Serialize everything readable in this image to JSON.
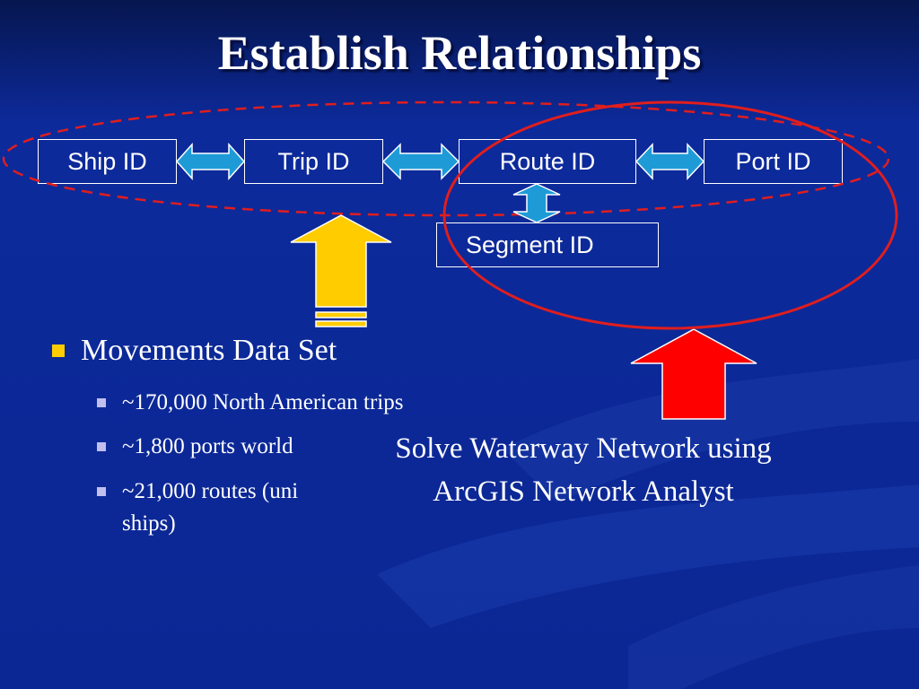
{
  "title": "Establish Relationships",
  "boxes": {
    "ship": "Ship ID",
    "trip": "Trip ID",
    "route": "Route ID",
    "port": "Port ID",
    "segment": "Segment ID"
  },
  "bullets": {
    "main": "Movements Data Set",
    "sub1": "~170,000 North American trips",
    "sub2": "~1,800 ports world",
    "sub3_line1": "~21,000 routes (uni",
    "sub3_line2": "ships)"
  },
  "callout": {
    "line1": "Solve Waterway Network using",
    "line2": "ArcGIS Network Analyst"
  },
  "colors": {
    "background": "#0d2a9b",
    "box_border": "#ffffff",
    "link_arrow": "#1e9bd7",
    "up_arrow_yellow": "#ffcc00",
    "up_arrow_red": "#ff0000",
    "dashed_ellipse": "#e01e1e",
    "circle": "#e01e1e",
    "bullet_main": "#ffcc00",
    "bullet_sub": "#c0bff0"
  },
  "icons": {
    "double_arrow": "double-headed-arrow-icon",
    "up_arrow": "up-arrow-icon"
  }
}
